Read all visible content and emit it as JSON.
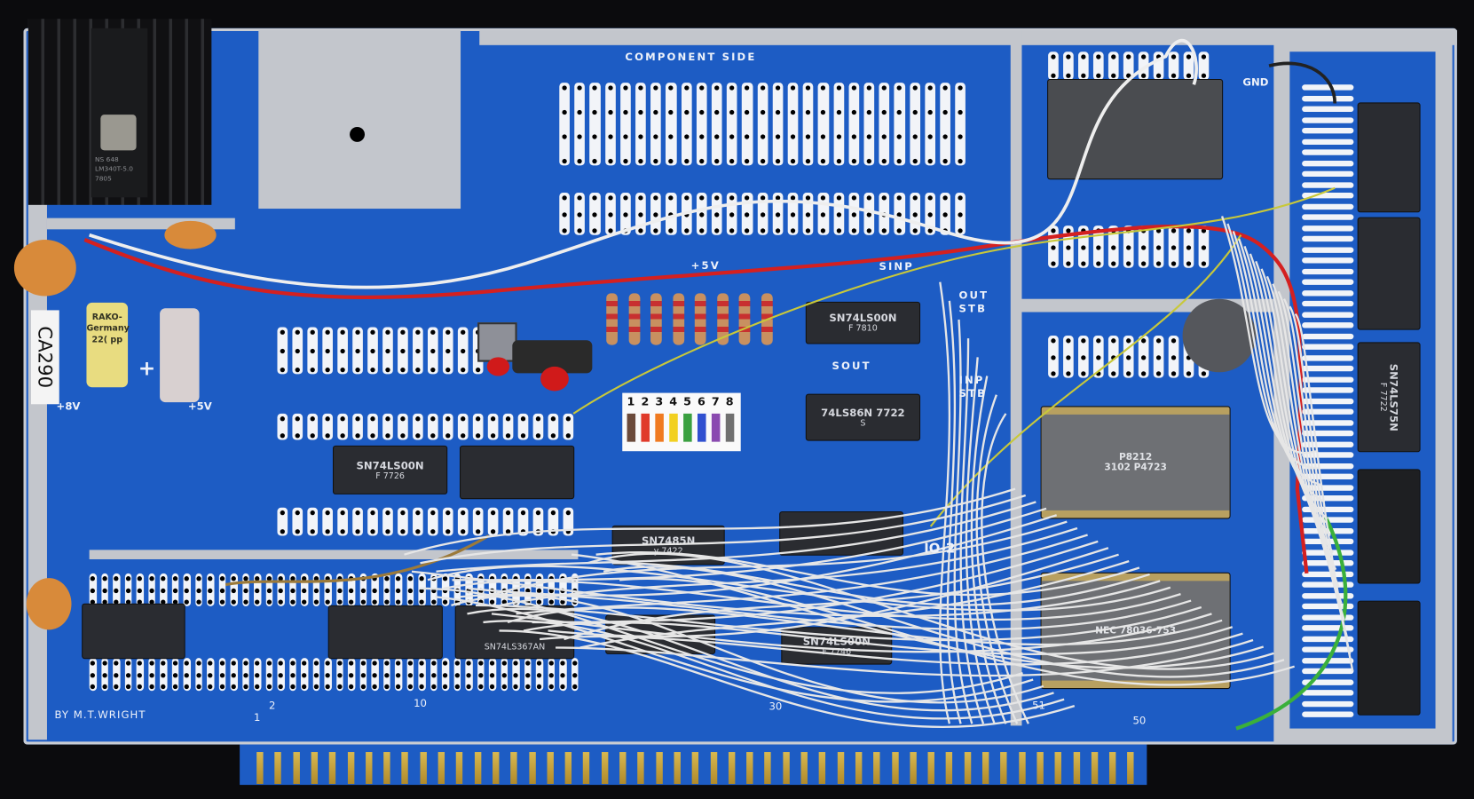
{
  "board": {
    "title": "COMPONENT SIDE",
    "id_label": "CA290",
    "credit": "BY M.T.WRIGHT",
    "board_name": "IO-2",
    "colors": {
      "substrate": "#1d5cc4",
      "pads": "#f2f4f8",
      "gold_fingers": "#c9a640",
      "background": "#0b0b0d"
    }
  },
  "silkscreen": {
    "plus5v_top": "+5V",
    "sinp": "SINP",
    "out_stb": [
      "OUT",
      "STB"
    ],
    "sout": "SOUT",
    "inp_stb": [
      "INP",
      "STB"
    ],
    "gnd": "GND",
    "plus8v": "+8V",
    "plus5v_left": "+5V",
    "plus_sign": "+",
    "edge_numbers": [
      "1",
      "2",
      "10",
      "30",
      "51",
      "50"
    ]
  },
  "regulator": {
    "brand": "NS 648",
    "part": "LM340T-5.0",
    "code": "7805"
  },
  "capacitor_text": [
    "RAKO-",
    "Germany",
    "22( pp"
  ],
  "dip_switch": {
    "positions": [
      "1",
      "2",
      "3",
      "4",
      "5",
      "6",
      "7",
      "8"
    ],
    "key_colors": [
      "#6b4a3a",
      "#e03a2a",
      "#f07a20",
      "#f2d020",
      "#3aa040",
      "#3050d0",
      "#8a4ab0",
      "#707070"
    ]
  },
  "chips": [
    {
      "id": "u-sn74ls00n-7810",
      "part": "SN74LS00N",
      "code": "F 7810"
    },
    {
      "id": "u-74ls86n",
      "part": "74LS86N 7722",
      "code": "S"
    },
    {
      "id": "u-sn74ls00n-7726",
      "part": "SN74LS00N",
      "code": "F 7726"
    },
    {
      "id": "u-sn7485n",
      "part": "SN7485N",
      "code": "y 7422"
    },
    {
      "id": "u-sn74ls00n-7746",
      "part": "SN74LS00N",
      "code": "F 7746"
    },
    {
      "id": "u-sn74ls367an",
      "part": "SN74LS367AN",
      "code": ""
    },
    {
      "id": "u-sn74ls75n",
      "part": "SN74LS75N",
      "code": "F 7722"
    },
    {
      "id": "u-p8212",
      "part": "P8212",
      "code": "3102 P4723"
    },
    {
      "id": "u-nec",
      "part": "NEC 78036-753",
      "code": ""
    }
  ]
}
